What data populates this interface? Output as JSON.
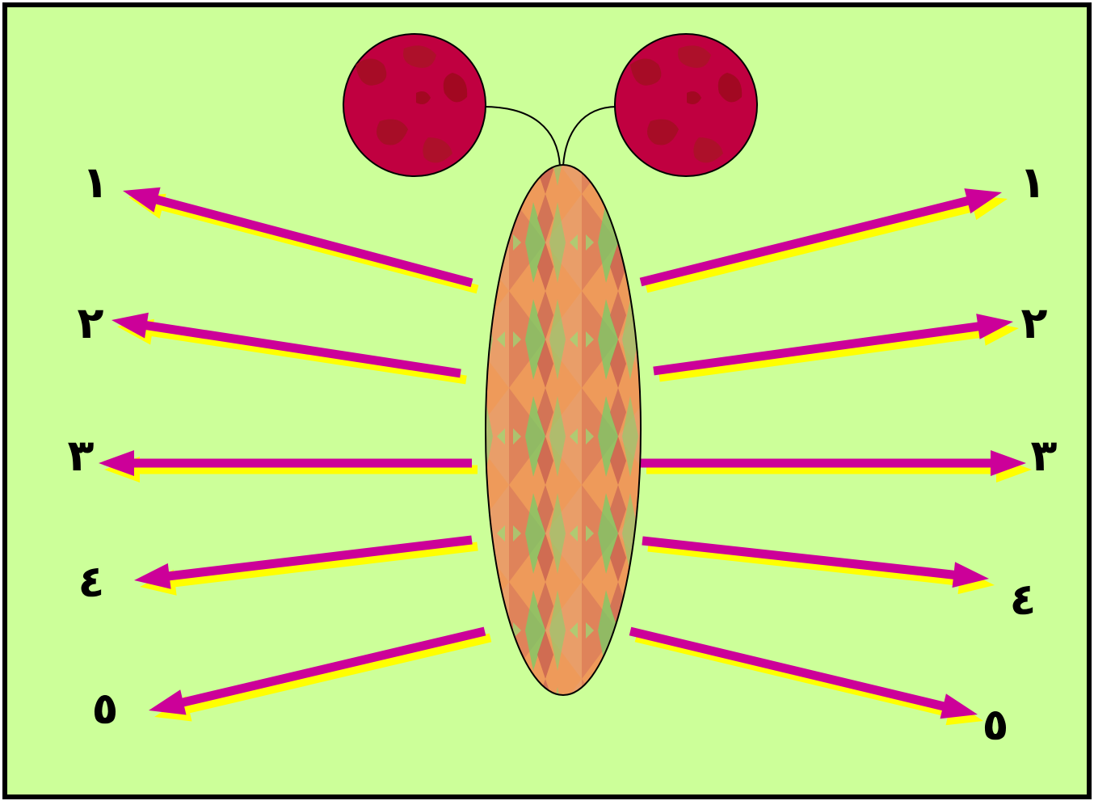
{
  "labels": {
    "left": [
      "١",
      "٢",
      "٣",
      "٤",
      "٥"
    ],
    "right": [
      "١",
      "٢",
      "٣",
      "٤",
      "٥"
    ]
  },
  "colors": {
    "background": "#ccff99",
    "border": "#000000",
    "arrow": "#cc0099",
    "arrow_shadow": "#ffff00",
    "circle": "#c00040",
    "circle_blotch": "#a00018",
    "body_base": "#ee9a5a",
    "body_green": "#66cc66",
    "body_red": "#cc6655",
    "label": "#000000"
  },
  "icons": {
    "circles": "dark-red-circle-icon",
    "body": "mottled-oval-icon",
    "arrows": "pointing-arrow-icon"
  }
}
